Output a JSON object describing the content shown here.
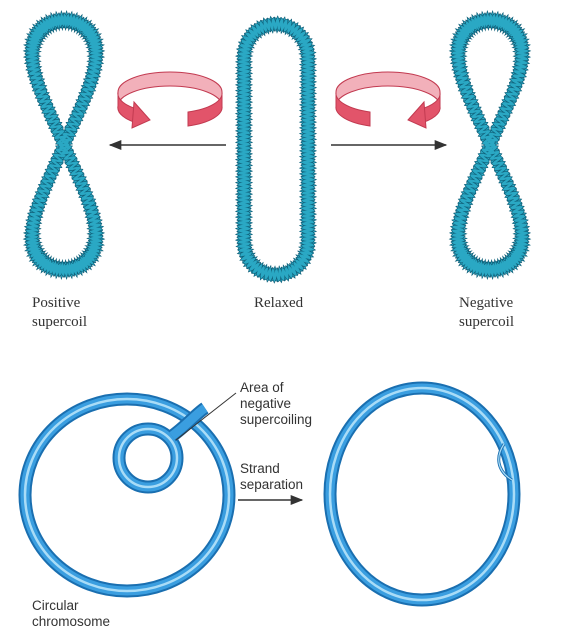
{
  "top_panel": {
    "positive_label": [
      "Positive",
      "supercoil"
    ],
    "relaxed_label": "Relaxed",
    "negative_label": [
      "Negative",
      "supercoil"
    ],
    "dna_color": "#2aa8c4",
    "dna_shadow": "#10617a",
    "arrow_color": "#e2546a",
    "arrow_light": "#f2b0ba"
  },
  "bottom_panel": {
    "annotation_label": [
      "Area of",
      "negative",
      "supercoiling"
    ],
    "process_label": [
      "Strand",
      "separation"
    ],
    "chromosome_label": [
      "Circular",
      "chromosome"
    ],
    "ring_color": "#3a9ee0",
    "ring_dark": "#1a6fb0",
    "ring_light": "#a9dcf7"
  }
}
